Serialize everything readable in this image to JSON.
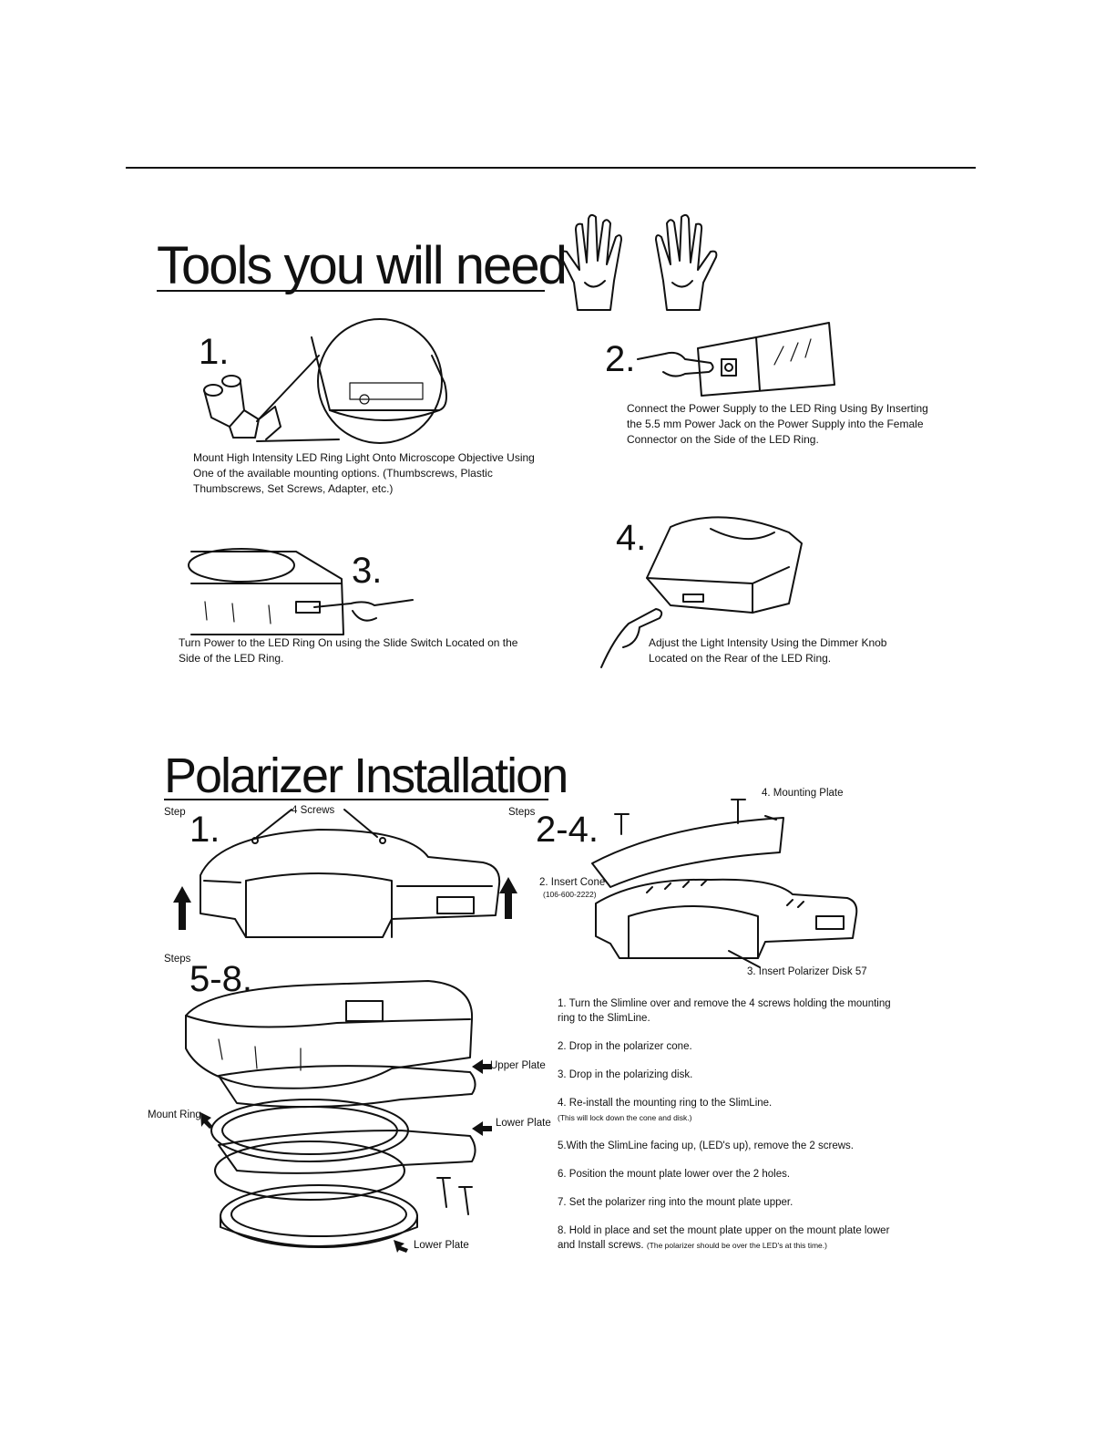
{
  "section1": {
    "title": "Tools you will need",
    "step1": {
      "number": "1.",
      "caption": "Mount High Intensity LED Ring Light Onto Microscope Objective Using One of the available mounting options. (Thumbscrews, Plastic Thumbscrews, Set Screws, Adapter, etc.)"
    },
    "step2": {
      "number": "2.",
      "caption": "Connect the Power Supply to the LED Ring Using By Inserting the 5.5 mm Power Jack on the Power Supply into the Female Connector on the Side of the LED Ring."
    },
    "step3": {
      "number": "3.",
      "caption": "Turn Power to the LED Ring On using the Slide Switch Located on the Side of the LED Ring."
    },
    "step4": {
      "number": "4.",
      "caption": "Adjust the Light Intensity Using the Dimmer Knob Located on the Rear of the LED Ring."
    }
  },
  "section2": {
    "title": "Polarizer Installation",
    "step_label_1": "Step",
    "step_num_1": "1.",
    "step_label_2": "Steps",
    "step_num_2": "2-4.",
    "step_label_3": "Steps",
    "step_num_3": "5-8.",
    "label_screws": "4 Screws",
    "label_mounting_plate": "4. Mounting Plate",
    "label_insert_cone": "2. Insert Cone",
    "label_cone_part": "(106-600-2222)",
    "label_polarizer_disk": "3. Insert Polarizer Disk 57",
    "label_upper_plate": "Upper Plate",
    "label_mount_ring": "Mount Ring",
    "label_lower_plate_1": "Lower Plate",
    "label_lower_plate_2": "Lower Plate",
    "instructions": [
      {
        "text": "1. Turn the Slimline over and remove the 4 screws holding the mounting ring to the SlimLine.",
        "note": ""
      },
      {
        "text": "2. Drop in the polarizer cone.",
        "note": ""
      },
      {
        "text": "3. Drop in the polarizing disk.",
        "note": ""
      },
      {
        "text": "4. Re-install the mounting ring to the SlimLine.",
        "note": "(This will lock down the cone and disk.)"
      },
      {
        "text": "5.With the SlimLine facing up, (LED's up), remove the 2 screws.",
        "note": ""
      },
      {
        "text": "6. Position the mount plate lower over the 2 holes.",
        "note": ""
      },
      {
        "text": "7. Set the polarizer ring into the mount plate upper.",
        "note": ""
      },
      {
        "text": "8. Hold in place and set the mount plate upper on the mount plate lower and Install screws.",
        "note": "(The polarizer should be over the LED's at this time.)"
      }
    ]
  }
}
